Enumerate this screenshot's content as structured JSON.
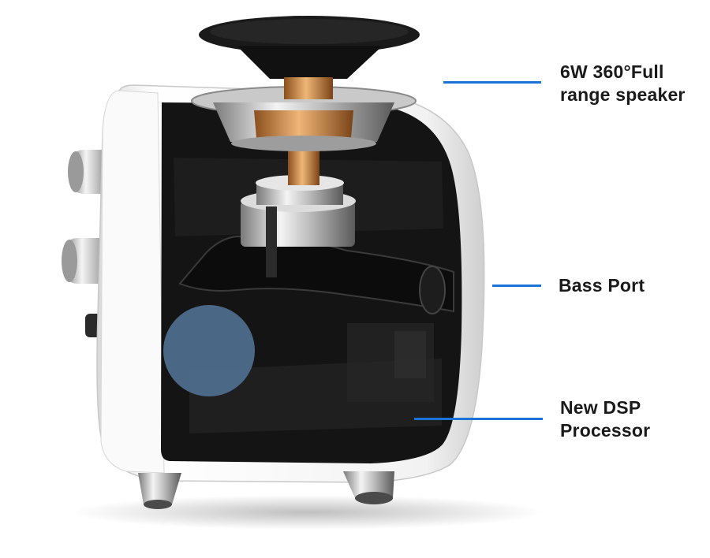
{
  "callouts": {
    "speaker": {
      "line1": "6W 360°Full",
      "line2": "range speaker"
    },
    "bass_port": {
      "label": "Bass Port"
    },
    "dsp": {
      "line1": "New DSP",
      "line2": "Processor"
    }
  },
  "colors": {
    "callout_line": "#1a73d9",
    "label_text": "#1a1a1a",
    "shell": "#f4f4f4",
    "interior": "#151515",
    "copper": "#c98a4a",
    "dsp_marker": "#4f6f8f"
  }
}
